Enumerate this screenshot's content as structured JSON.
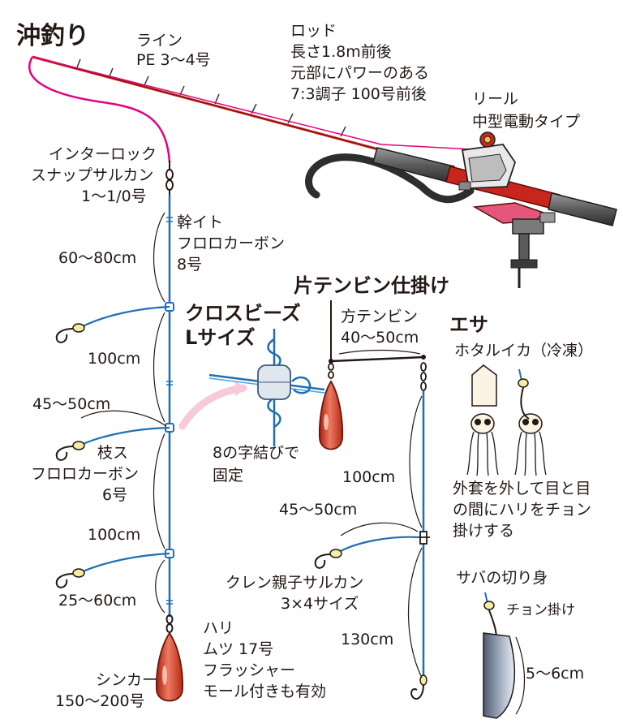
{
  "title": "沖釣り",
  "labels": {
    "line_name": "ライン",
    "line_spec": "PE 3〜4号",
    "rod_name": "ロッド",
    "rod_spec1": "長さ1.8m前後",
    "rod_spec2": "元部にパワーのある",
    "rod_spec3": "7:3調子 100号前後",
    "reel_name": "リール",
    "reel_spec": "中型電動タイプ",
    "swivel1": "インターロック",
    "swivel2": "スナップサルカン",
    "swivel3": "1〜1/0号",
    "main1": "幹イト",
    "main2": "フロロカーボン",
    "main3": "8号",
    "len_60_80": "60〜80cm",
    "len_100a": "100cm",
    "len_45_50a": "45〜50cm",
    "branch1": "枝ス",
    "branch2": "フロロカーボン",
    "branch3": "6号",
    "len_100b": "100cm",
    "len_25_60": "25〜60cm",
    "sinker1": "シンカー",
    "sinker2": "150〜200号",
    "hook1": "ハリ",
    "hook2": "ムツ 17号",
    "hook3": "フラッシャー",
    "hook4": "モール付きも有効",
    "beads1": "クロスビーズ",
    "beads2": "Lサイズ",
    "knot1": "8の字結びで",
    "knot2": "固定",
    "tenbin_title": "片テンビン仕掛け",
    "tenbin1": "方テンビン",
    "tenbin2": "40〜50cm",
    "len_100c": "100cm",
    "len_45_50b": "45〜50cm",
    "clen1": "クレン親子サルカン",
    "clen2": "3×4サイズ",
    "len_130": "130cm",
    "bait_title": "エサ",
    "bait1": "ホタルイカ（冷凍）",
    "bait_note1": "外套を外して目と目",
    "bait_note2": "の間にハリをチョン",
    "bait_note3": "掛けする",
    "mackerel": "サバの切り身",
    "chon": "チョン掛け",
    "len_5_6": "5〜6cm"
  },
  "colors": {
    "line_pink": "#e4007f",
    "leader_blue": "#1f6fb6",
    "sinker_red": "#d4402a",
    "rod_red": "#c8261c",
    "bead_yellow": "#f3eea0",
    "handle_gray": "#6e6e6e"
  }
}
